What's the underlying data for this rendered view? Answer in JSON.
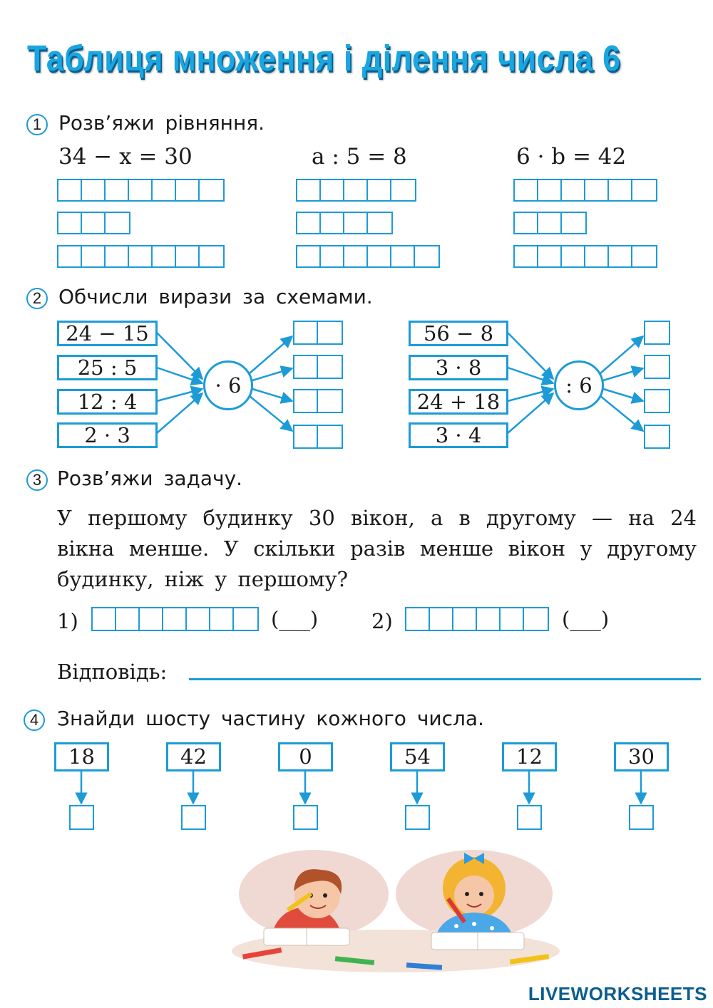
{
  "title": "Таблиця множення і ділення числа 6",
  "task1": {
    "number": "1",
    "text": "Розв’яжи рівняння.",
    "equations": [
      "34 − x = 30",
      "a : 5 = 8",
      "6 · b = 42"
    ]
  },
  "task2": {
    "number": "2",
    "text": "Обчисли вирази за схемами.",
    "left": {
      "operator": "· 6",
      "expressions": [
        "24 − 15",
        "25 : 5",
        "12 : 4",
        "2 · 3"
      ]
    },
    "right": {
      "operator": ": 6",
      "expressions": [
        "56 − 8",
        "3 · 8",
        "24 + 18",
        "3 · 4"
      ]
    }
  },
  "task3": {
    "number": "3",
    "text": "Розв’яжи задачу.",
    "problem": "У першому будинку 30 вікон, а в другому — на 24 вікна менше. У скільки разів менше вікон у другому будинку, ніж у першому?",
    "step1": "1)",
    "step2": "2)",
    "unit_placeholder": "(___)",
    "answer_label": "Відповідь:"
  },
  "task4": {
    "number": "4",
    "text": "Знайди шосту частину кожного числа.",
    "numbers": [
      "18",
      "42",
      "0",
      "54",
      "12",
      "30"
    ]
  },
  "footer": {
    "brand": "LIVEWORKSHEETS"
  },
  "colors": {
    "accent": "#1d9bd7",
    "title": "#1aa6e0"
  }
}
